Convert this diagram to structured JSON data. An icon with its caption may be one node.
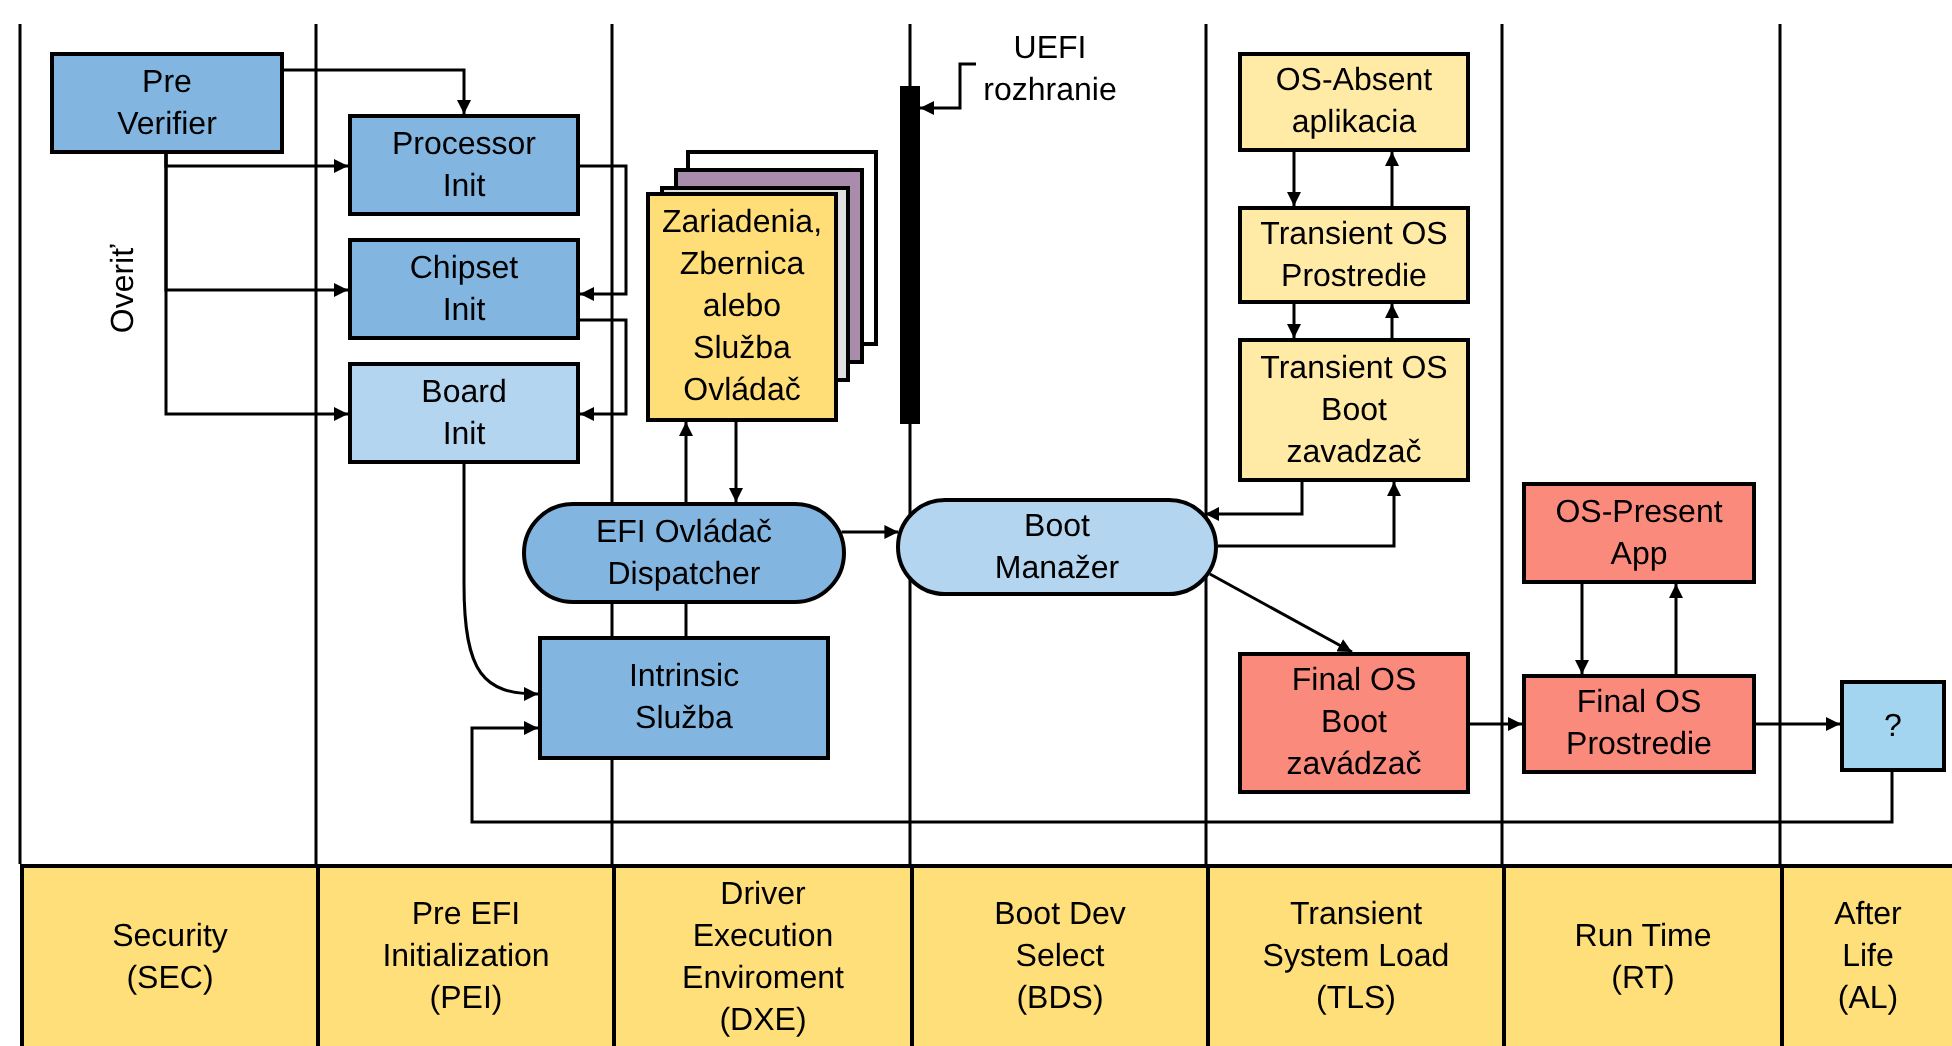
{
  "diagram": {
    "nodes": [
      {
        "text": [
          "Pre Verifier"
        ]
      },
      {
        "text": [
          "Processor Init"
        ]
      },
      {
        "text": [
          "Chipset Init"
        ]
      },
      {
        "text": [
          "Board Init"
        ]
      },
      {
        "text": [
          "Zariadenia, Zbernica alebo Služba Ovládač"
        ]
      },
      {
        "text": [
          "EFI Ovládač Dispatcher"
        ]
      },
      {
        "text": [
          "Intrinsic Služba"
        ]
      },
      {
        "text": [
          "UEFI rozhranie"
        ]
      },
      {
        "text": [],
        "shape": "bar"
      },
      {
        "text": [
          "Boot Manažer"
        ]
      },
      {
        "text": [
          "OS-Absent aplikacia"
        ]
      },
      {
        "text": [
          "Transient OS Prostredie"
        ]
      },
      {
        "text": [
          "Transient OS Boot zavadzač"
        ]
      },
      {
        "text": [
          "OS-Present App"
        ]
      },
      {
        "text": [
          "Final OS Boot zavádzač"
        ]
      },
      {
        "text": [
          "Final OS Prostredie"
        ]
      },
      {
        "text": [
          "?"
        ]
      },
      {
        "text": [
          "Security (SEC)"
        ]
      },
      {
        "text": [
          "Pre EFI Initialization (PEI)"
        ]
      },
      {
        "text": [
          "Driver Execution Enviroment (DXE)"
        ]
      },
      {
        "text": [
          "Boot Dev Select (BDS)"
        ]
      },
      {
        "text": [
          "Transient System Load (TLS)"
        ]
      },
      {
        "text": [
          "Run Time (RT)"
        ]
      },
      {
        "text": [
          "After Life (AL)"
        ]
      }
    ],
    "edges": [
      {
        "from": 0,
        "to": 1,
        "arrow": "to"
      },
      {
        "from": 0,
        "to": 1,
        "arrow": "to"
      },
      {
        "from": 0,
        "to": 2,
        "arrow": "to"
      },
      {
        "from": 0,
        "to": 3,
        "arrow": "to"
      },
      {
        "from": 1,
        "to": 2,
        "arrow": "to"
      },
      {
        "from": 2,
        "to": 3,
        "arrow": "to"
      },
      {
        "from": 3,
        "to": 6,
        "arrow": "to"
      },
      {
        "from": 5,
        "to": 4,
        "arrow": "to"
      },
      {
        "from": 4,
        "to": 5,
        "arrow": "to"
      },
      {
        "from": 5,
        "to": 6,
        "arrow": "none"
      },
      {
        "from": 5,
        "to": 9,
        "arrow": "to"
      },
      {
        "from": 7,
        "to": 8,
        "arrow": "to"
      },
      {
        "from": 10,
        "to": 11,
        "arrow": "to"
      },
      {
        "from": 11,
        "to": 10,
        "arrow": "to"
      },
      {
        "from": 11,
        "to": 12,
        "arrow": "to"
      },
      {
        "from": 12,
        "to": 11,
        "arrow": "to"
      },
      {
        "from": 12,
        "to": 9,
        "arrow": "to"
      },
      {
        "from": 9,
        "to": 12,
        "arrow": "to"
      },
      {
        "from": 9,
        "to": 14,
        "arrow": "to"
      },
      {
        "from": 14,
        "to": 15,
        "arrow": "to"
      },
      {
        "from": 13,
        "to": 15,
        "arrow": "to"
      },
      {
        "from": 15,
        "to": 13,
        "arrow": "to"
      },
      {
        "from": 15,
        "to": 16,
        "arrow": "to"
      },
      {
        "from": 16,
        "to": 6,
        "arrow": "to"
      }
    ],
    "labels": [
      "Overiť"
    ]
  }
}
